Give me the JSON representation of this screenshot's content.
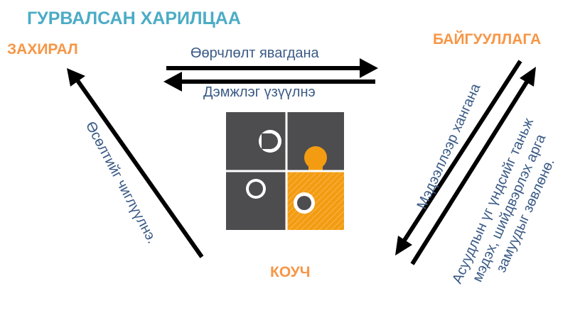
{
  "title": "ГУРВАЛСАН ХАРИЛЦАА",
  "roles": {
    "director": "ЗАХИРАЛ",
    "organization": "БАЙГУУЛЛАГА",
    "coach": "КОУЧ"
  },
  "labels": {
    "top_right": "Өөрчлөлт явагдана",
    "top_left": "Дэмжлэг үзүүлнэ",
    "left_edge": "Өсөлтийг чиглүүлнэ.",
    "right_up": "Мэдээллээр хангана",
    "right_down_line1": "Асуудлын үг үндсийг таньж",
    "right_down_line2": "мэдэх, шийдвэрлэх арга",
    "right_down_line3": "замуудыг зөвлөнө."
  },
  "colors": {
    "title": "#4BACC6",
    "role": "#F79646",
    "label": "#3A5A86",
    "arrow": "#000000",
    "puzzle_gray": "#4D4D4F",
    "puzzle_orange": "#F39C12"
  }
}
